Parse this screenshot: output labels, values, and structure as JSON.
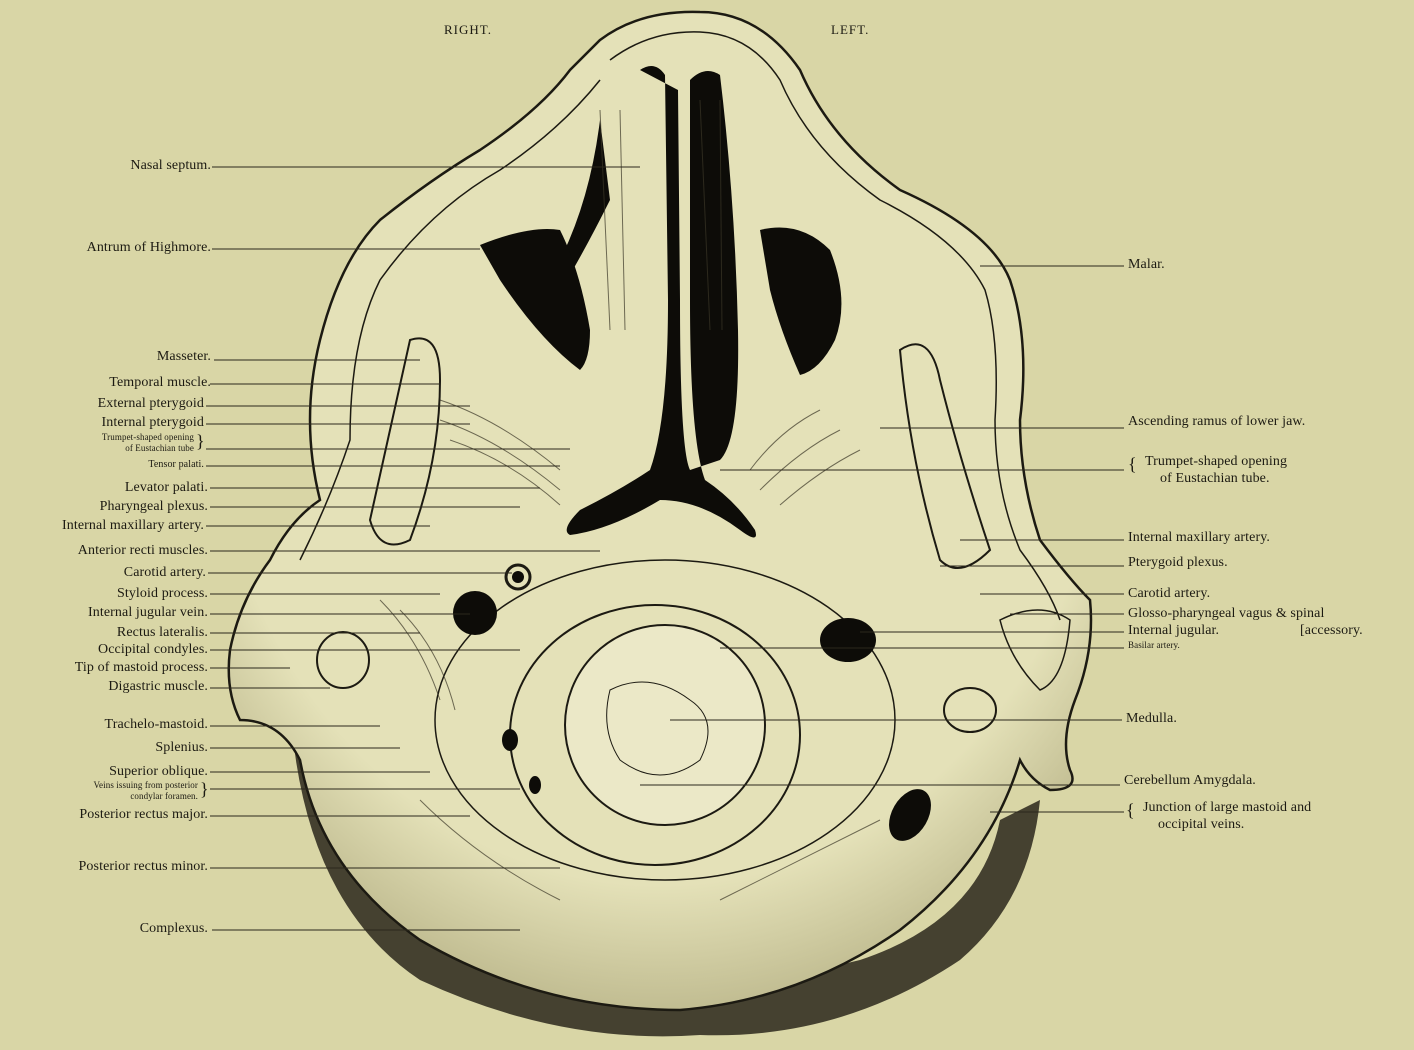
{
  "orientation": {
    "right": "RIGHT.",
    "left": "LEFT."
  },
  "labels_left": [
    {
      "id": "nasal-septum",
      "text": "Nasal septum."
    },
    {
      "id": "antrum-of-highmore",
      "text": "Antrum of Highmore."
    },
    {
      "id": "masseter",
      "text": "Masseter."
    },
    {
      "id": "temporal-muscle",
      "text": "Temporal muscle."
    },
    {
      "id": "external-pterygoid",
      "text": "External pterygoid"
    },
    {
      "id": "internal-pterygoid",
      "text": "Internal pterygoid"
    },
    {
      "id": "trumpet-opening-l1",
      "text": "Trumpet-shaped opening"
    },
    {
      "id": "trumpet-opening-l2",
      "text": "of Eustachian tube"
    },
    {
      "id": "tensor-palati",
      "text": "Tensor palati."
    },
    {
      "id": "levator-palati",
      "text": "Levator palati."
    },
    {
      "id": "pharyngeal-plexus",
      "text": "Pharyngeal plexus."
    },
    {
      "id": "internal-maxillary-artery",
      "text": "Internal maxillary artery."
    },
    {
      "id": "anterior-recti-muscles",
      "text": "Anterior recti muscles."
    },
    {
      "id": "carotid-artery",
      "text": "Carotid artery."
    },
    {
      "id": "styloid-process",
      "text": "Styloid process."
    },
    {
      "id": "internal-jugular-vein",
      "text": "Internal jugular vein."
    },
    {
      "id": "rectus-lateralis",
      "text": "Rectus lateralis."
    },
    {
      "id": "occipital-condyles",
      "text": "Occipital condyles."
    },
    {
      "id": "tip-of-mastoid",
      "text": "Tip of mastoid process."
    },
    {
      "id": "digastric-muscle",
      "text": "Digastric muscle."
    },
    {
      "id": "trachelo-mastoid",
      "text": "Trachelo-mastoid."
    },
    {
      "id": "splenius",
      "text": "Splenius."
    },
    {
      "id": "superior-oblique",
      "text": "Superior oblique."
    },
    {
      "id": "veins-l1",
      "text": "Veins issuing from posterior"
    },
    {
      "id": "veins-l2",
      "text": "condylar foramen."
    },
    {
      "id": "posterior-rectus-major",
      "text": "Posterior rectus major."
    },
    {
      "id": "posterior-rectus-minor",
      "text": "Posterior rectus minor."
    },
    {
      "id": "complexus",
      "text": "Complexus."
    }
  ],
  "labels_right": [
    {
      "id": "malar",
      "text": "Malar."
    },
    {
      "id": "ascending-ramus",
      "text": "Ascending ramus of lower jaw."
    },
    {
      "id": "trumpet-opening-r1",
      "text": "Trumpet-shaped opening"
    },
    {
      "id": "trumpet-opening-r2",
      "text": "of Eustachian tube."
    },
    {
      "id": "internal-maxillary-artery-r",
      "text": "Internal maxillary artery."
    },
    {
      "id": "pterygoid-plexus",
      "text": "Pterygoid plexus."
    },
    {
      "id": "carotid-artery-r",
      "text": "Carotid artery."
    },
    {
      "id": "glosso-pharyngeal",
      "text": "Glosso-pharyngeal vagus & spinal"
    },
    {
      "id": "internal-jugular-r",
      "text": "Internal jugular."
    },
    {
      "id": "accessory",
      "text": "[accessory."
    },
    {
      "id": "basilar-artery",
      "text": "Basilar artery."
    },
    {
      "id": "medulla",
      "text": "Medulla."
    },
    {
      "id": "cerebellum-amygdala",
      "text": "Cerebellum Amygdala."
    },
    {
      "id": "junction-l1",
      "text": "Junction of large mastoid and"
    },
    {
      "id": "junction-l2",
      "text": "occipital veins."
    }
  ],
  "colors": {
    "paper": "#d9d6a6",
    "ink": "#1c1a12",
    "tissue": "#e6e3bd",
    "cavity": "#0d0c08"
  }
}
